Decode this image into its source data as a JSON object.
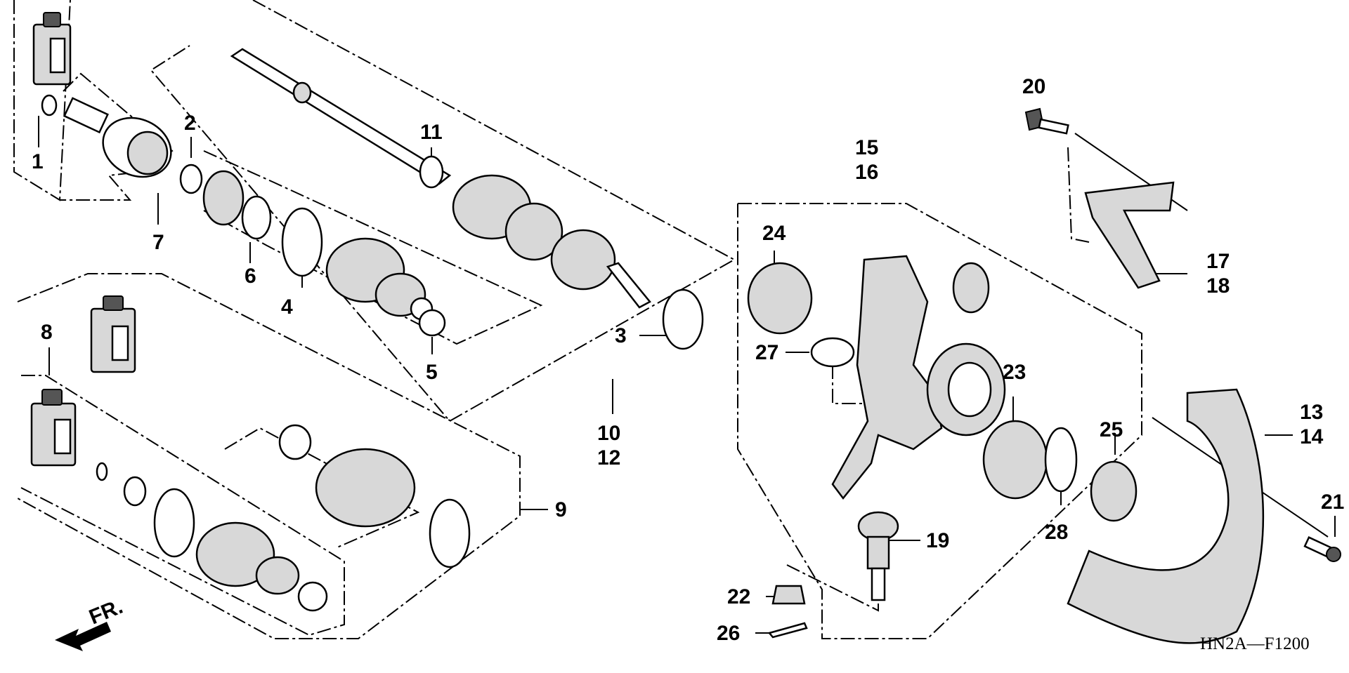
{
  "labels": {
    "p1": "1",
    "p2": "2",
    "p3": "3",
    "p4": "4",
    "p5": "5",
    "p6": "6",
    "p7": "7",
    "p8": "8",
    "p9": "9",
    "p10": "10",
    "p11": "11",
    "p12": "12",
    "p13": "13",
    "p14": "14",
    "p15": "15",
    "p16": "16",
    "p17": "17",
    "p18": "18",
    "p19": "19",
    "p20": "20",
    "p21": "21",
    "p22": "22",
    "p23": "23",
    "p24": "24",
    "p25": "25",
    "p26": "26",
    "p27": "27",
    "p28": "28"
  },
  "diagram_code": "HN2A—F1200",
  "direction_label": "FR."
}
